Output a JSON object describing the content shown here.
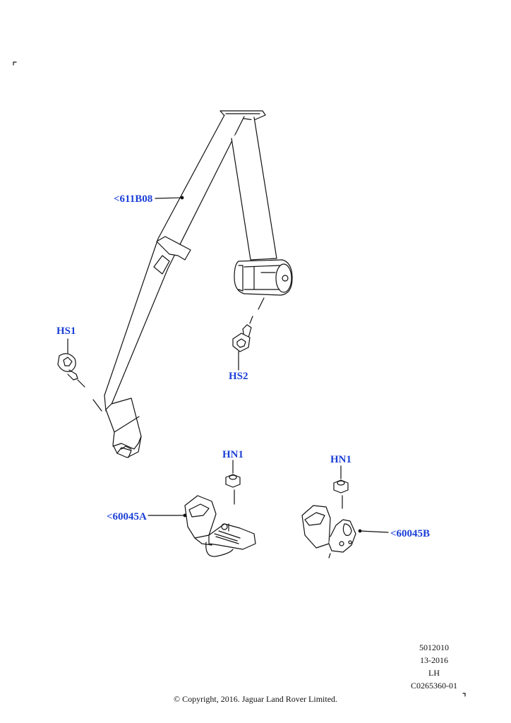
{
  "callouts": {
    "belt": "<611B08",
    "hs1": "HS1",
    "hs2": "HS2",
    "hn1_left": "HN1",
    "hn1_right": "HN1",
    "buckle_a": "<60045A",
    "buckle_b": "<60045B"
  },
  "footer": {
    "ref1": "5012010",
    "ref2": "13-2016",
    "ref3": "LH",
    "ref4": "C0265360-01",
    "copyright": "© Copyright, 2016. Jaguar Land Rover Limited."
  },
  "colors": {
    "callout": "#1a3fd6",
    "line": "#111111"
  }
}
